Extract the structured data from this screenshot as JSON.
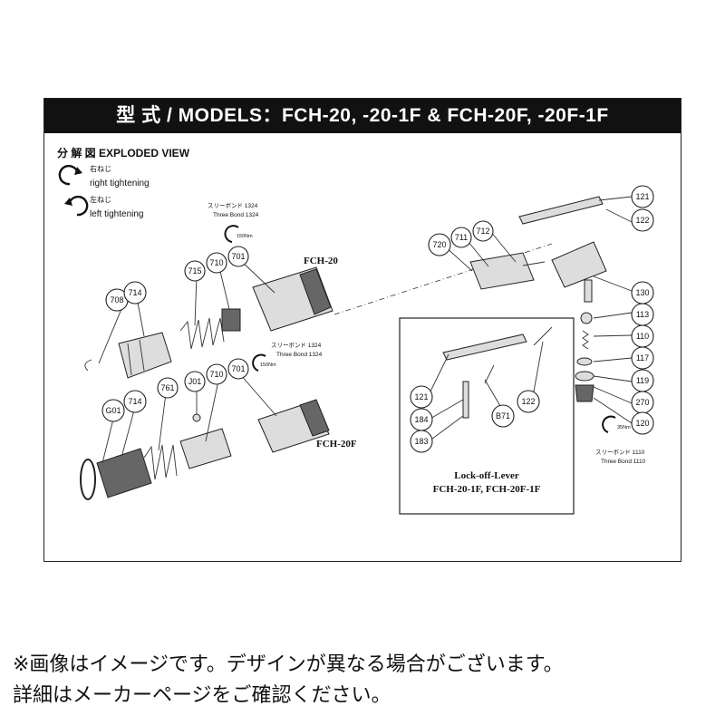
{
  "header": {
    "title": "型 式 / MODELS：FCH-20, -20-1F & FCH-20F, -20F-1F"
  },
  "section": {
    "heading": "分 解 図 EXPLODED VIEW",
    "legend": {
      "right_jp": "右ねじ",
      "right_en": "right tightening",
      "left_jp": "左ねじ",
      "left_en": "left tightening"
    }
  },
  "torque_notes": [
    {
      "line1": "スリーボンド  1324",
      "line2": "Three Bond   1324",
      "torque": "150Nm"
    },
    {
      "line1": "スリーボンド  1324",
      "line2": "Three Bond   1324",
      "torque": "150Nm"
    },
    {
      "line1": "スリーボンド  1110",
      "line2": "Three Bond   1110",
      "torque": "35Nm"
    }
  ],
  "models": {
    "top": "FCH-20",
    "bottom": "FCH-20F"
  },
  "lock_off": {
    "title": "Lock-off-Lever",
    "models": "FCH-20-1F, FCH-20F-1F"
  },
  "balloons": {
    "b708": "708",
    "b714a": "714",
    "b715": "715",
    "b710a": "710",
    "b701a": "701",
    "bG01": "G01",
    "b714b": "714",
    "b761": "761",
    "bJ01": "J01",
    "b710b": "710",
    "b701b": "701",
    "b720": "720",
    "b711": "711",
    "b712": "712",
    "b121a": "121",
    "b122a": "122",
    "b130": "130",
    "b113": "113",
    "b110": "110",
    "b117": "117",
    "b119": "119",
    "b270": "270",
    "b120": "120",
    "b121b": "121",
    "b184": "184",
    "b183": "183",
    "bB71": "B71",
    "b122b": "122"
  },
  "disclaimer": {
    "line1": "※画像はイメージです。デザインが異なる場合がございます。",
    "line2": "詳細はメーカーページをご確認ください。"
  }
}
